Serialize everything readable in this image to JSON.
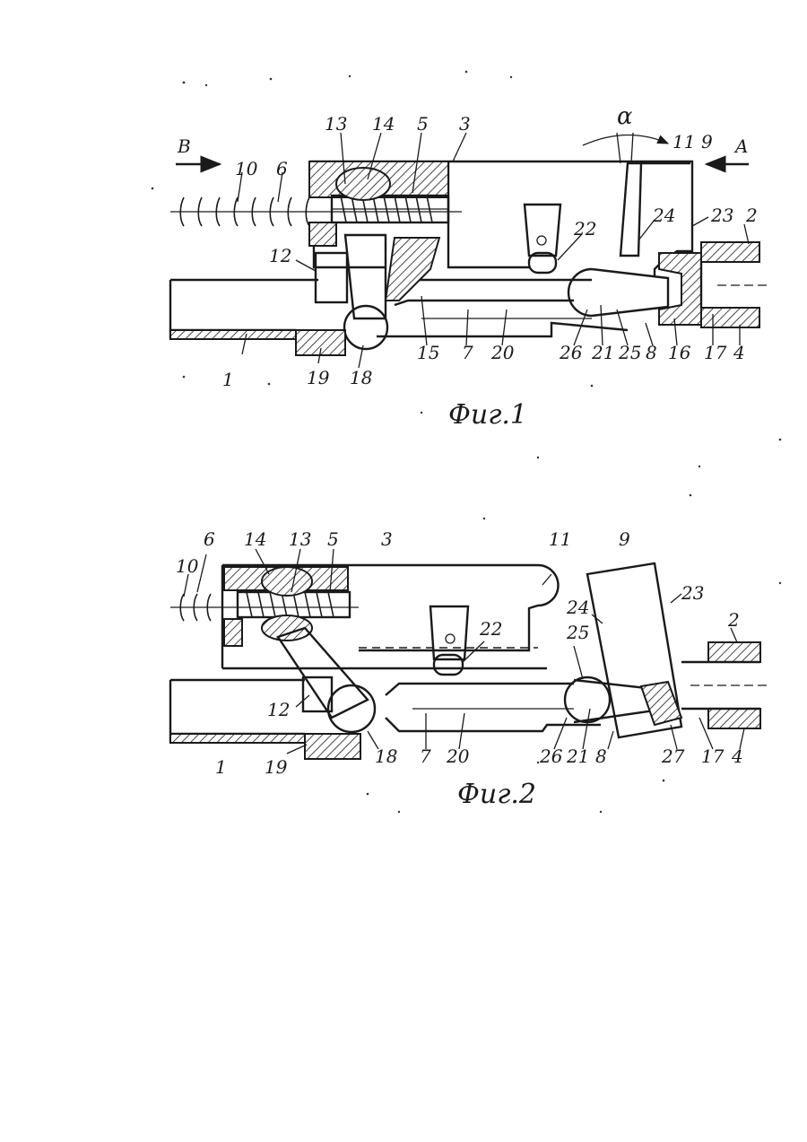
{
  "figures": [
    {
      "caption": "Фиг.1",
      "labels": {
        "B": "B",
        "A": "A",
        "alpha": "α",
        "n1": "1",
        "n2": "2",
        "n3": "3",
        "n4": "4",
        "n5": "5",
        "n6": "6",
        "n7": "7",
        "n8": "8",
        "n9": "9",
        "n10": "10",
        "n11": "11",
        "n12": "12",
        "n13": "13",
        "n14": "14",
        "n15": "15",
        "n16": "16",
        "n17": "17",
        "n18": "18",
        "n19": "19",
        "n20": "20",
        "n21": "21",
        "n22": "22",
        "n23": "23",
        "n24": "24",
        "n25": "25",
        "n26": "26"
      }
    },
    {
      "caption": "Фиг.2",
      "labels": {
        "n1": "1",
        "n2": "2",
        "n3": "3",
        "n4": "4",
        "n5": "5",
        "n6": "6",
        "n7": "7",
        "n8": "8",
        "n9": "9",
        "n10": "10",
        "n11": "11",
        "n12": "12",
        "n13": "13",
        "n14": "14",
        "n17": "17",
        "n18": "18",
        "n19": "19",
        "n20": "20",
        "n21": "21",
        "n22": "22",
        "n23": "23",
        "n24": "24",
        "n25": "25",
        "n26": "26",
        "n27": "27"
      }
    }
  ]
}
